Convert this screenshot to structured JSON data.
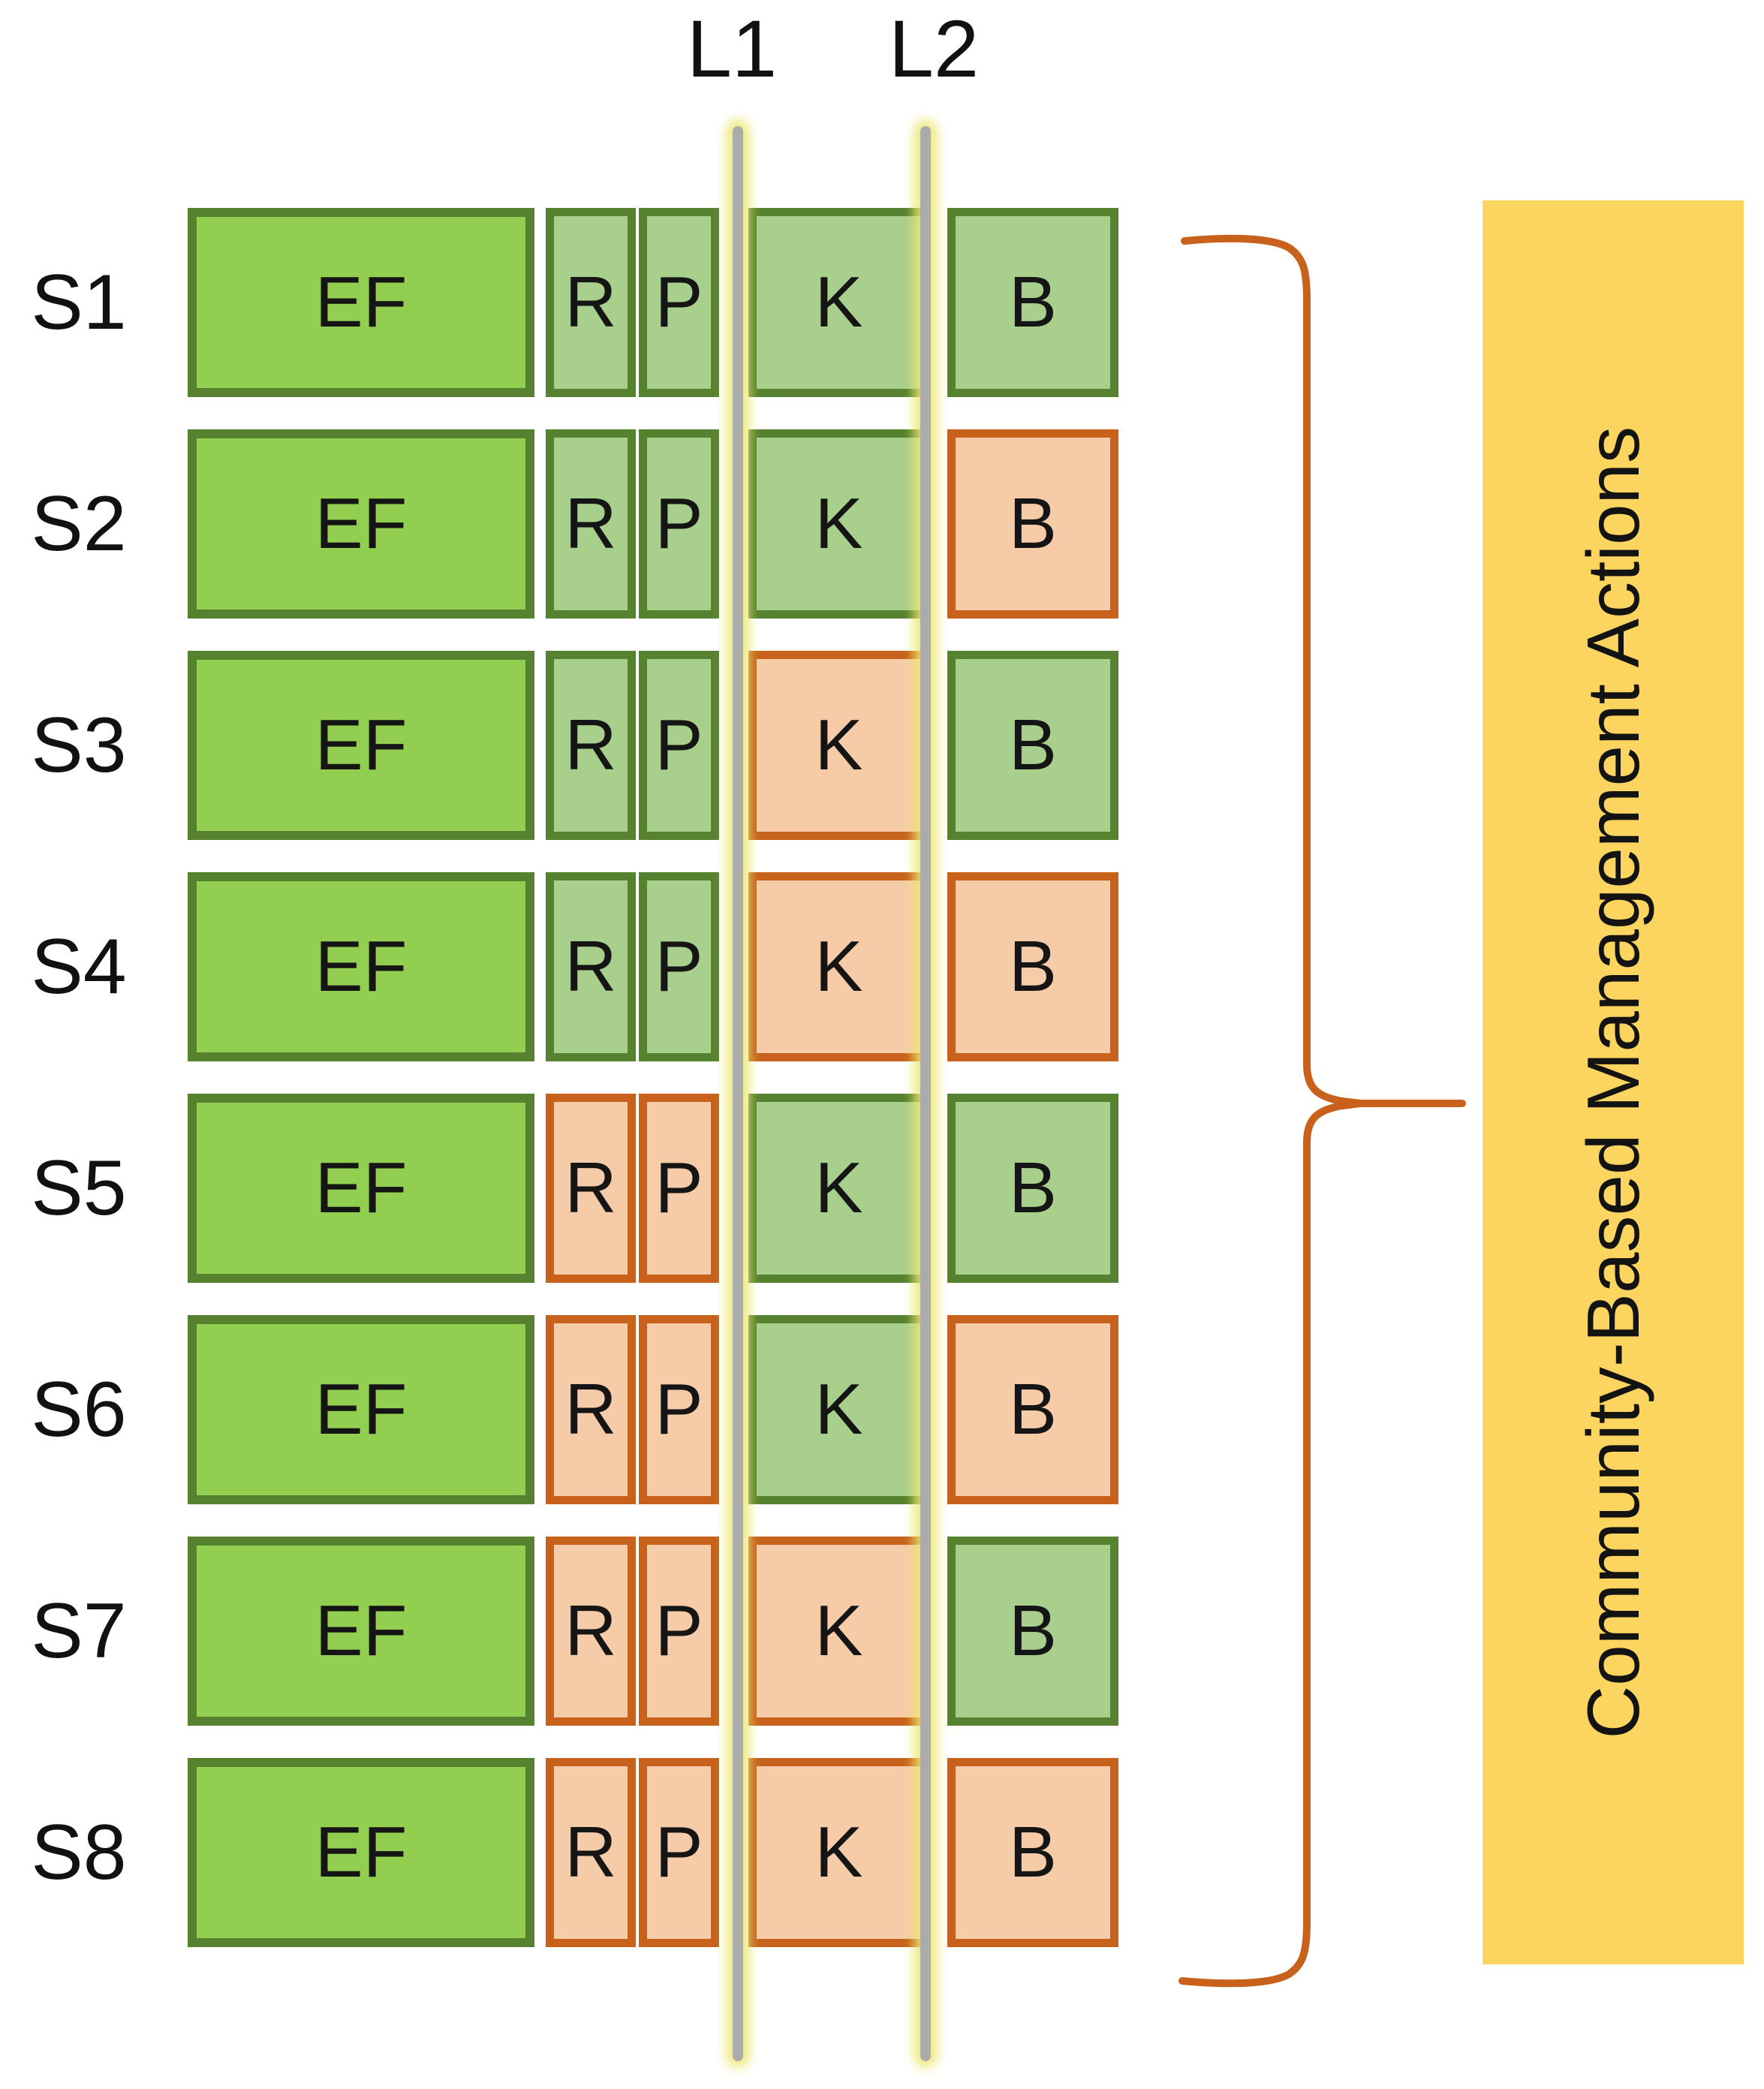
{
  "lines": [
    {
      "label": "L1"
    },
    {
      "label": "L2"
    }
  ],
  "segments": [
    {
      "key": "ef",
      "label": "EF"
    },
    {
      "key": "r",
      "label": "R"
    },
    {
      "key": "p",
      "label": "P"
    },
    {
      "key": "k",
      "label": "K"
    },
    {
      "key": "b",
      "label": "B"
    }
  ],
  "rows": [
    {
      "label": "S1",
      "states": {
        "ef": "green_bright",
        "r": "green",
        "p": "green",
        "k": "green",
        "b": "green"
      }
    },
    {
      "label": "S2",
      "states": {
        "ef": "green_bright",
        "r": "green",
        "p": "green",
        "k": "green",
        "b": "orange"
      }
    },
    {
      "label": "S3",
      "states": {
        "ef": "green_bright",
        "r": "green",
        "p": "green",
        "k": "orange",
        "b": "green"
      }
    },
    {
      "label": "S4",
      "states": {
        "ef": "green_bright",
        "r": "green",
        "p": "green",
        "k": "orange",
        "b": "orange"
      }
    },
    {
      "label": "S5",
      "states": {
        "ef": "green_bright",
        "r": "orange",
        "p": "orange",
        "k": "green",
        "b": "green"
      }
    },
    {
      "label": "S6",
      "states": {
        "ef": "green_bright",
        "r": "orange",
        "p": "orange",
        "k": "green",
        "b": "orange"
      }
    },
    {
      "label": "S7",
      "states": {
        "ef": "green_bright",
        "r": "orange",
        "p": "orange",
        "k": "orange",
        "b": "green"
      }
    },
    {
      "label": "S8",
      "states": {
        "ef": "green_bright",
        "r": "orange",
        "p": "orange",
        "k": "orange",
        "b": "orange"
      }
    }
  ],
  "panel": {
    "title": "Community-Based Management Actions"
  },
  "colors": {
    "ef_fill": "#92CF50",
    "green_fill": "#A9CF8C",
    "green_border": "#568230",
    "orange_fill": "#F6CBA8",
    "orange_border": "#C7611B",
    "line_gray": "#ABABAB",
    "line_glow": "rgba(236,230,110,0.85)",
    "panel_fill": "#FBD55F",
    "brace": "#C7611B"
  }
}
